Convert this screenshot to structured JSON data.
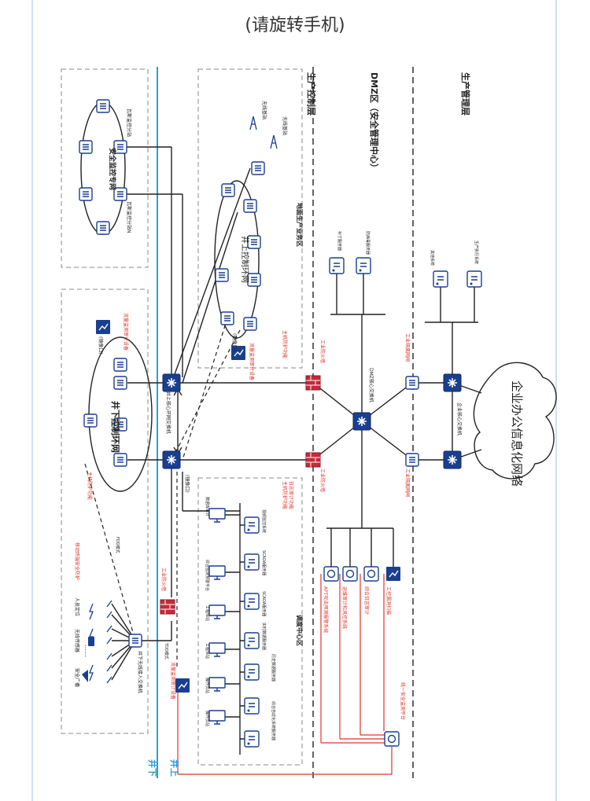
{
  "hint": "(请旋转手机)",
  "zones": {
    "control": "生产控制层",
    "dmz": "DMZ区（安全管理中心）",
    "mgmt": "生产管理层",
    "above_ground": "井上",
    "below_ground": "井下"
  },
  "rings": {
    "safety": "安全监控专网",
    "surface_ctrl": "井上控制环网",
    "underground": "井下控制环网",
    "cloud": "企业办公信息化网络"
  },
  "areas": {
    "ground_business": "地面生产业务区",
    "dispatch": "调度中心区"
  },
  "labels": {
    "gas_sub1": "瓦斯监控分站",
    "gas_sub2": "瓦斯监控分站N",
    "wireless1": "无线基站",
    "wireless2": "无线基站",
    "mirror1": "(镜像口)",
    "mirror2": "(镜像口)",
    "mirror3": "(镜像口)",
    "flow1": "流量监测审计设备",
    "flow2": "流量监测审计设备",
    "flow3": "流量监测审计设备",
    "host1": "主机防护功能",
    "host2": "主机防护功能",
    "log_audit": "日志审计功能",
    "host_func": "主机防护功能",
    "ring_sw": "井上核心环网交换机",
    "fw1": "工业防火墙",
    "fw2": "工业防火墙",
    "fw3": "工业防火墙",
    "dmz_core": "DMZ核心交换机",
    "gap1": "工业隔离网闸",
    "gap2": "工业隔离网闸",
    "ent_core": "企业核心交换机",
    "patch": "补丁服务器",
    "virus": "防病毒服务器",
    "sys1": "其他系统",
    "sys2": "生产执行系统",
    "apt": "APT攻击预测报警系统",
    "ops": "运维审计和风控系统",
    "log_sys": "综合日志审计",
    "scan": "工控漏洞扫描",
    "unified": "统一安全监测平台",
    "mobile": "移动终端安全防护",
    "edge_sw": "井下无线接入交换机",
    "person": "人员定位",
    "sensor": "无线传感器",
    "broadcast": "安全广播",
    "tdd": "TDD模式",
    "fdd": "FDD模式",
    "s1": "视频监控系统",
    "s2": "SCADA服务器",
    "s3": "SCADA服务器",
    "s4": "实时数据服务器",
    "s5": "历史数据服务器",
    "s6": "综合自动化系统服务器",
    "w1": "综合监测预警平台",
    "w2": "工程师站",
    "w3": "工程师站",
    "w4": "操作员站",
    "w5": "操作员站",
    "data_mon": "数据库审计",
    "dots": "……"
  },
  "colors": {
    "blue": "#1a3f8f",
    "accent": "#e0352b",
    "zone_line": "#2a9fd8"
  }
}
